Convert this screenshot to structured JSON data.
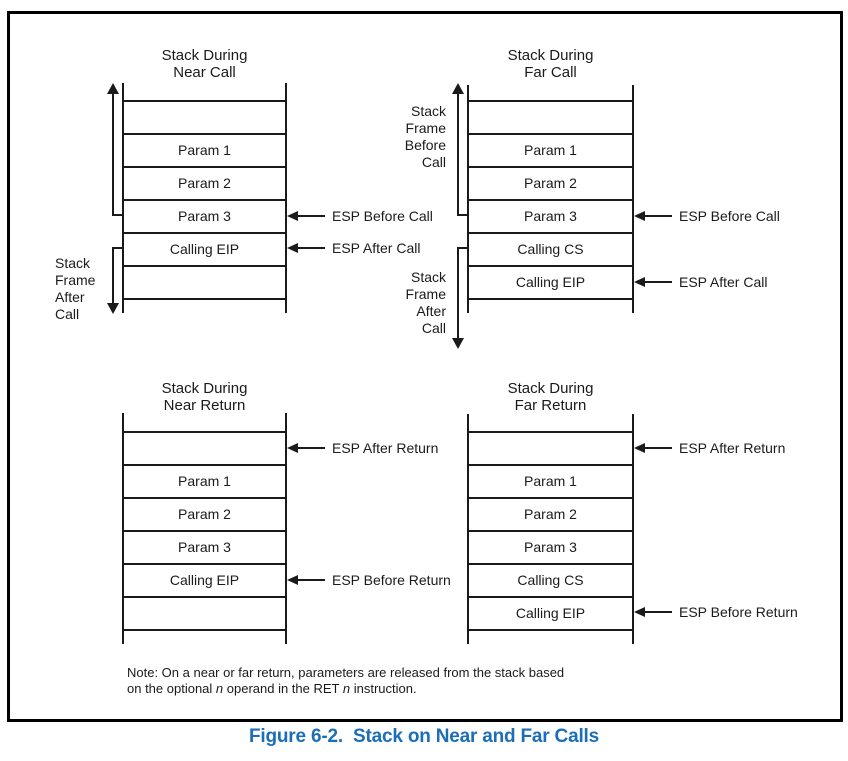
{
  "figure": {
    "caption": "Figure 6-2.  Stack on Near and Far Calls",
    "caption_color": "#1b6eb7",
    "note_line1": "Note: On a near or far return, parameters are released from the stack based",
    "note_line2": [
      "on the optional ",
      "n",
      " operand in the RET ",
      "n",
      " instruction."
    ]
  },
  "colors": {
    "line": "#1a1a1a",
    "caption_blue": "#1b6eb7"
  },
  "diagrams": {
    "near_call": {
      "title1": "Stack During",
      "title2": "Near Call",
      "rows": [
        "",
        "Param 1",
        "Param 2",
        "Param 3",
        "Calling EIP",
        ""
      ],
      "esp_before": "ESP Before Call",
      "esp_after": "ESP After Call",
      "frame_after": [
        "Stack",
        "Frame",
        "After",
        "Call"
      ]
    },
    "far_call": {
      "title1": "Stack During",
      "title2": "Far Call",
      "rows": [
        "",
        "Param 1",
        "Param 2",
        "Param 3",
        "Calling CS",
        "Calling EIP"
      ],
      "esp_before": "ESP Before Call",
      "esp_after": "ESP After Call",
      "frame_before": [
        "Stack",
        "Frame",
        "Before",
        "Call"
      ],
      "frame_after": [
        "Stack",
        "Frame",
        "After",
        "Call"
      ]
    },
    "near_return": {
      "title1": "Stack During",
      "title2": "Near Return",
      "rows": [
        "",
        "Param 1",
        "Param 2",
        "Param 3",
        "Calling EIP",
        ""
      ],
      "esp_after": "ESP After Return",
      "esp_before": "ESP Before Return"
    },
    "far_return": {
      "title1": "Stack During",
      "title2": "Far Return",
      "rows": [
        "",
        "Param 1",
        "Param 2",
        "Param 3",
        "Calling CS",
        "Calling EIP"
      ],
      "esp_after": "ESP After Return",
      "esp_before": "ESP Before Return"
    }
  }
}
